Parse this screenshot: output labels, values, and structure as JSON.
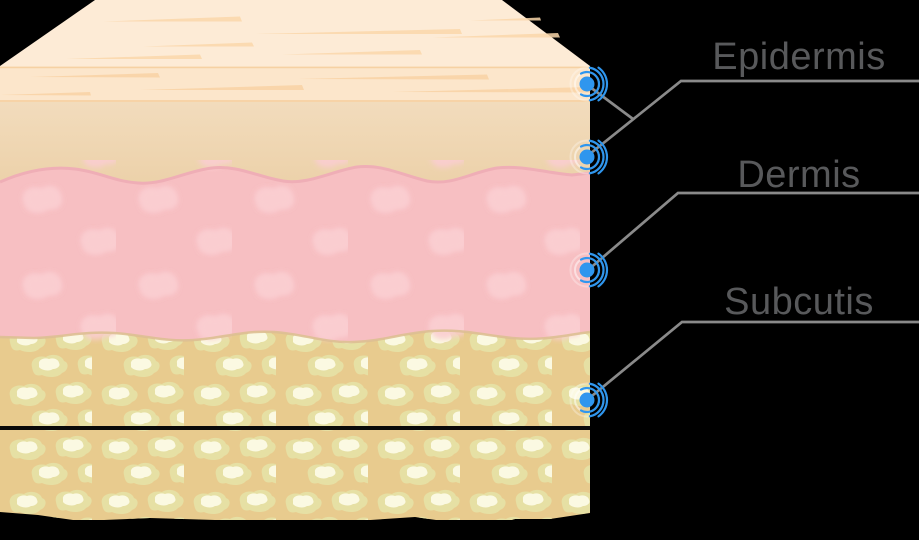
{
  "diagram": {
    "type": "skin-cross-section",
    "labels": {
      "epidermis": "Epidermis",
      "dermis": "Dermis",
      "subcutis": "Subcutis"
    },
    "colors": {
      "background": "#000000",
      "label_text": "#58595b",
      "leader_line": "#8a8a8a",
      "marker_blue": "#2f96ee",
      "top_surface": "#fdebd6",
      "top_streak": "#fbd8ab",
      "epidermis_band": "#fce6cb",
      "band_streak": "#f9d2a3",
      "band_divider": "#f6cf9f",
      "epidermis_deep_light": "#f2dcbd",
      "epidermis_deep": "#ecd1a9",
      "dermis_fill": "#f7bfc2",
      "dermis_edge": "#efaeb6",
      "dermis_spot": "#facdd0",
      "subcutis_fill": "#e8cb8e",
      "subcutis_edge": "#ddbf92",
      "fat_outer": "#e6e0a4",
      "fat_inner": "#fbf9e2",
      "separator": "#0a0a0a"
    }
  }
}
